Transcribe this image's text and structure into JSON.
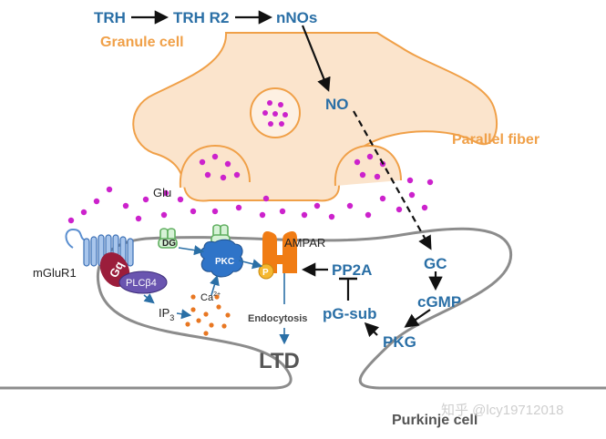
{
  "pathway_top": {
    "trh": "TRH",
    "trh_r2": "TRH R2",
    "nnos": "nNOs",
    "granule_cell": "Granule cell"
  },
  "labels": {
    "no": "NO",
    "parallel_fiber": "Parallel fiber",
    "glu": "Glu",
    "mglur1": "mGluR1",
    "gq": "Gq",
    "plc": "PLCβ4",
    "dg": "DG",
    "pkc": "PKC",
    "ip3_main": "IP",
    "ip3_sub": "3",
    "ca_main": "Ca",
    "ca_sup": "2+",
    "ampar": "AMPAR",
    "p": "P",
    "endocytosis": "Endocytosis",
    "ltd": "LTD",
    "pp2a": "PP2A",
    "pg_sub": "pG-sub",
    "pkg": "PKG",
    "gc": "GC",
    "cgmp": "cGMP",
    "purkinje_cell": "Purkinje cell"
  },
  "watermark": "知乎 @lcy19712018",
  "colors": {
    "pathway_blue": "#2a6fa6",
    "granule_orange": "#f0a048",
    "terminal_fill": "#fbe4cc",
    "vesicle_magenta": "#cc22cc",
    "membrane_gray": "#8c8c8c",
    "ampar_orange": "#f07c14",
    "gq_maroon": "#9b1d3b",
    "plc_purple": "#6a55b0",
    "pkc_blue": "#2f74c8",
    "receptor_blue": "#5b8fd0",
    "dg_green": "#8ed08e",
    "ca_orange": "#e87722",
    "ltd_gray": "#555555"
  }
}
